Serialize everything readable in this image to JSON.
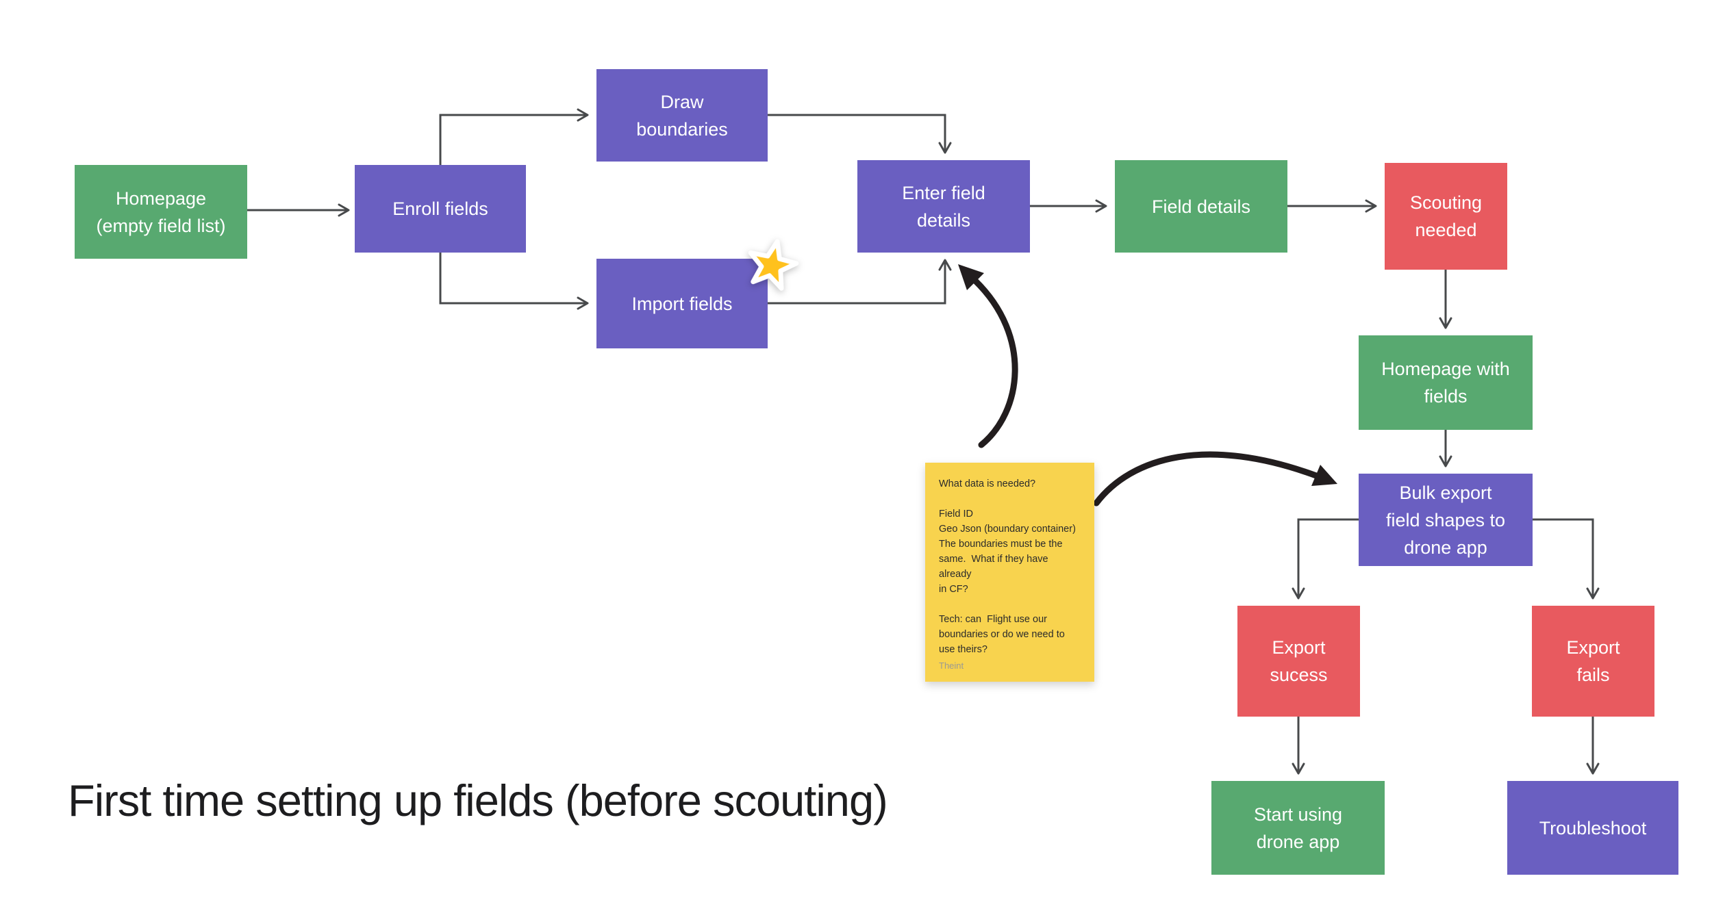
{
  "title": "First time setting up fields (before scouting)",
  "colors": {
    "background": "#ffffff",
    "node_green": "#58A970",
    "node_purple": "#6A5FC1",
    "node_red": "#E85A5F",
    "sticky_yellow": "#F8D34E",
    "star_gold": "#FFC11D",
    "connector_gray": "#47494b",
    "marker_black": "#221d1e",
    "title_text": "#1d1d1f"
  },
  "nodes": [
    {
      "id": "homepage-empty",
      "label": "Homepage\n(empty field list)",
      "color": "green"
    },
    {
      "id": "enroll-fields",
      "label": "Enroll fields",
      "color": "purple"
    },
    {
      "id": "draw-boundaries",
      "label": "Draw\nboundaries",
      "color": "purple"
    },
    {
      "id": "import-fields",
      "label": "Import fields",
      "color": "purple"
    },
    {
      "id": "enter-field-details",
      "label": "Enter field\ndetails",
      "color": "purple"
    },
    {
      "id": "field-details",
      "label": "Field details",
      "color": "green"
    },
    {
      "id": "scouting-needed",
      "label": "Scouting\nneeded",
      "color": "red"
    },
    {
      "id": "homepage-with-fields",
      "label": "Homepage with\nfields",
      "color": "green"
    },
    {
      "id": "bulk-export",
      "label": "Bulk export\nfield shapes to\ndrone app",
      "color": "purple"
    },
    {
      "id": "export-success",
      "label": "Export\nsucess",
      "color": "red"
    },
    {
      "id": "export-fails",
      "label": "Export\nfails",
      "color": "red"
    },
    {
      "id": "start-using-drone-app",
      "label": "Start using\ndrone app",
      "color": "green"
    },
    {
      "id": "troubleshoot",
      "label": "Troubleshoot",
      "color": "purple"
    }
  ],
  "sticky_note": {
    "text": "What data is needed?\n\nField ID\nGeo Json (boundary container)\nThe boundaries must be the\nsame.  What if they have already\nin CF?\n\nTech: can  Flight use our\nboundaries or do we need to\nuse theirs?",
    "author": "Theint"
  },
  "star_sticker": {
    "name": "star-sticker"
  }
}
